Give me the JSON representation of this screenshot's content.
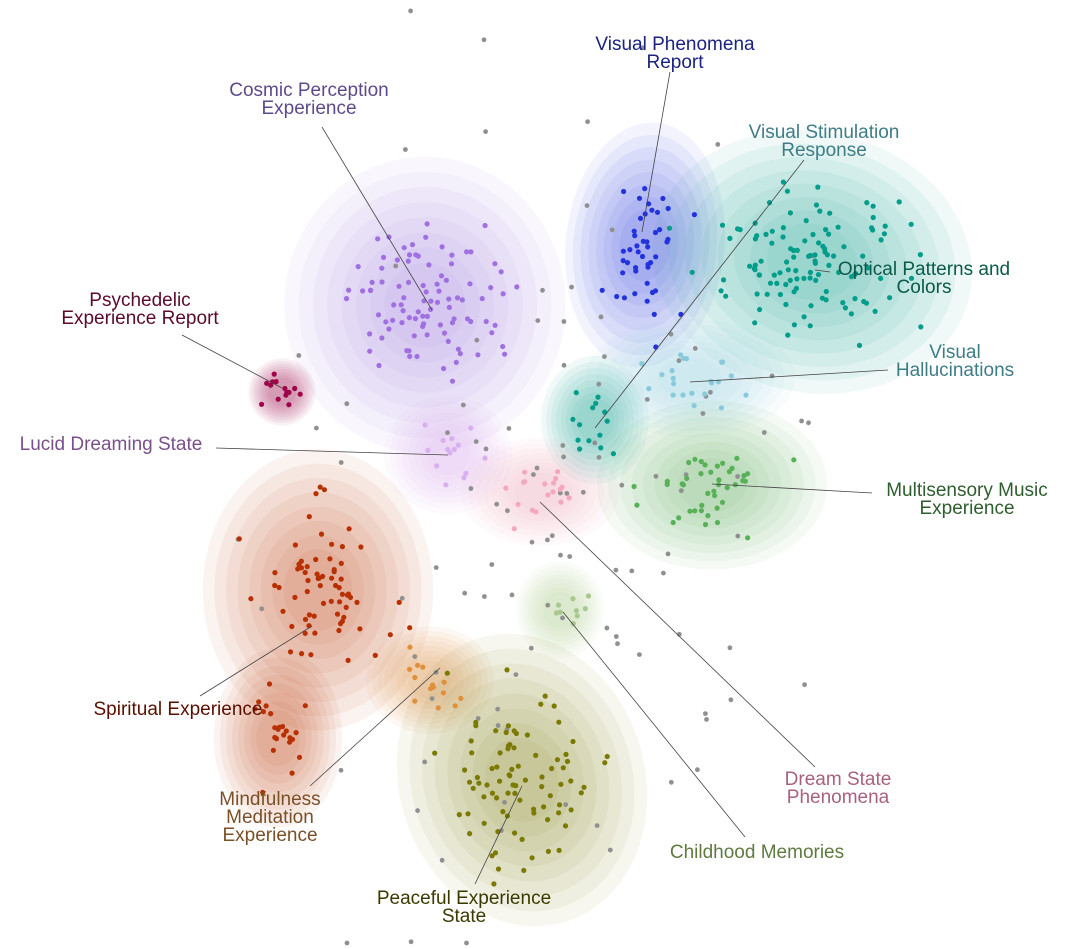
{
  "chart_data": {
    "type": "scatter",
    "title": "",
    "xlabel": "",
    "ylabel": "",
    "axes_visible": false,
    "grid": false,
    "legend": "none",
    "density_contours": true,
    "clusters": [
      {
        "id": "visual-phenomena",
        "label": [
          "Visual Phenomena",
          "Report"
        ],
        "color": "#2233dd",
        "label_color": "#1a237e",
        "center": [
          645,
          245
        ],
        "spread": [
          28,
          45
        ],
        "count": 45,
        "rot": 0.1
      },
      {
        "id": "visual-stimulation",
        "label": [
          "Visual Stimulation",
          "Response"
        ],
        "color": "#009e8a",
        "label_color": "#3e7d86",
        "center": [
          595,
          420
        ],
        "spread": [
          18,
          22
        ],
        "count": 14,
        "rot": 0
      },
      {
        "id": "optical-patterns",
        "label": [
          "Optical Patterns and",
          "Colors"
        ],
        "color": "#009e8a",
        "label_color": "#0b5a4a",
        "center": [
          812,
          262
        ],
        "spread": [
          60,
          48
        ],
        "count": 115,
        "rot": 0.2
      },
      {
        "id": "cosmic-perception",
        "label": [
          "Cosmic Perception",
          "Experience"
        ],
        "color": "#a070e0",
        "label_color": "#5e4a8a",
        "center": [
          425,
          305
        ],
        "spread": [
          52,
          55
        ],
        "count": 95,
        "rot": 0
      },
      {
        "id": "psychedelic",
        "label": [
          "Psychedelic",
          "Experience Report"
        ],
        "color": "#a0004a",
        "label_color": "#5a0a2e",
        "center": [
          282,
          392
        ],
        "spread": [
          10,
          10
        ],
        "count": 14,
        "rot": 0
      },
      {
        "id": "visual-hallucinations",
        "label": [
          "Visual",
          "Hallucinations"
        ],
        "color": "#88cadc",
        "label_color": "#3e7d86",
        "center": [
          690,
          378
        ],
        "spread": [
          38,
          20
        ],
        "count": 22,
        "rot": 0
      },
      {
        "id": "lucid-dreaming",
        "label": [
          "Lucid Dreaming State"
        ],
        "color": "#d8b0f0",
        "label_color": "#7a508a",
        "center": [
          448,
          455
        ],
        "spread": [
          22,
          20
        ],
        "count": 14,
        "rot": 0
      },
      {
        "id": "dream-state",
        "label": [
          "Dream State",
          "Phenomena"
        ],
        "color": "#f4a8bf",
        "label_color": "#a86080",
        "center": [
          540,
          492
        ],
        "spread": [
          28,
          18
        ],
        "count": 18,
        "rot": 0
      },
      {
        "id": "multisensory-music",
        "label": [
          "Multisensory Music",
          "Experience"
        ],
        "color": "#58b058",
        "label_color": "#2e5e2e",
        "center": [
          712,
          485
        ],
        "spread": [
          42,
          30
        ],
        "count": 42,
        "rot": 0
      },
      {
        "id": "childhood-memories",
        "label": [
          "Childhood Memories"
        ],
        "color": "#a8c890",
        "label_color": "#5e7a3e",
        "center": [
          560,
          610
        ],
        "spread": [
          14,
          16
        ],
        "count": 9,
        "rot": 0
      },
      {
        "id": "spiritual",
        "label": [
          "Spiritual Experience"
        ],
        "color": "#b83000",
        "label_color": "#5a1000",
        "center": [
          318,
          590
        ],
        "spread": [
          42,
          52
        ],
        "count": 70,
        "rot": 0
      },
      {
        "id": "spiritual-b",
        "label": [],
        "color": "#b83000",
        "label_color": "#5a1000",
        "center": [
          278,
          738
        ],
        "spread": [
          22,
          32
        ],
        "count": 22,
        "rot": 0
      },
      {
        "id": "mindfulness",
        "label": [
          "Mindfulness",
          "Meditation",
          "Experience"
        ],
        "color": "#e0903a",
        "label_color": "#7a5028",
        "center": [
          430,
          680
        ],
        "spread": [
          22,
          18
        ],
        "count": 14,
        "rot": 0
      },
      {
        "id": "peaceful",
        "label": [
          "Peaceful Experience",
          "State"
        ],
        "color": "#7a7a00",
        "label_color": "#3a3a00",
        "center": [
          522,
          780
        ],
        "spread": [
          45,
          55
        ],
        "count": 85,
        "rot": -0.3
      }
    ],
    "noise_points": {
      "color": "#909090",
      "count": 110
    }
  }
}
